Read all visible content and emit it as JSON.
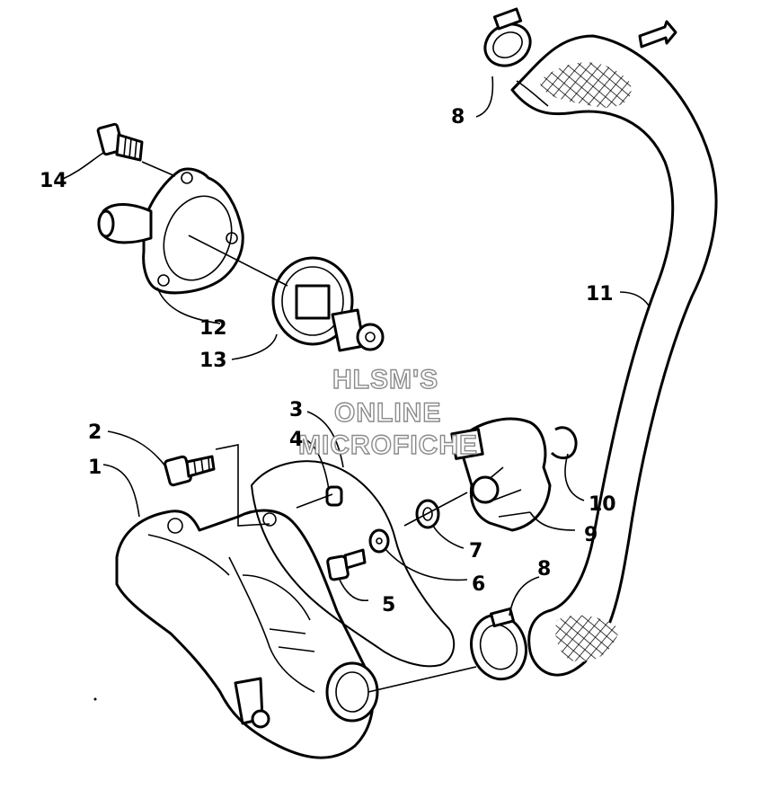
{
  "diagram": {
    "callouts": [
      {
        "id": "c1",
        "label": "1"
      },
      {
        "id": "c2",
        "label": "2"
      },
      {
        "id": "c3",
        "label": "3"
      },
      {
        "id": "c4",
        "label": "4"
      },
      {
        "id": "c5",
        "label": "5"
      },
      {
        "id": "c6",
        "label": "6"
      },
      {
        "id": "c7",
        "label": "7"
      },
      {
        "id": "c8a",
        "label": "8"
      },
      {
        "id": "c8b",
        "label": "8"
      },
      {
        "id": "c9",
        "label": "9"
      },
      {
        "id": "c10",
        "label": "10"
      },
      {
        "id": "c11",
        "label": "11"
      },
      {
        "id": "c12",
        "label": "12"
      },
      {
        "id": "c13",
        "label": "13"
      },
      {
        "id": "c14",
        "label": "14"
      }
    ],
    "watermark": {
      "line1": "HLSM'S",
      "line2": "ONLINE",
      "line3": "MICROFICHE"
    },
    "line_color": "#000000",
    "background": "#ffffff"
  }
}
